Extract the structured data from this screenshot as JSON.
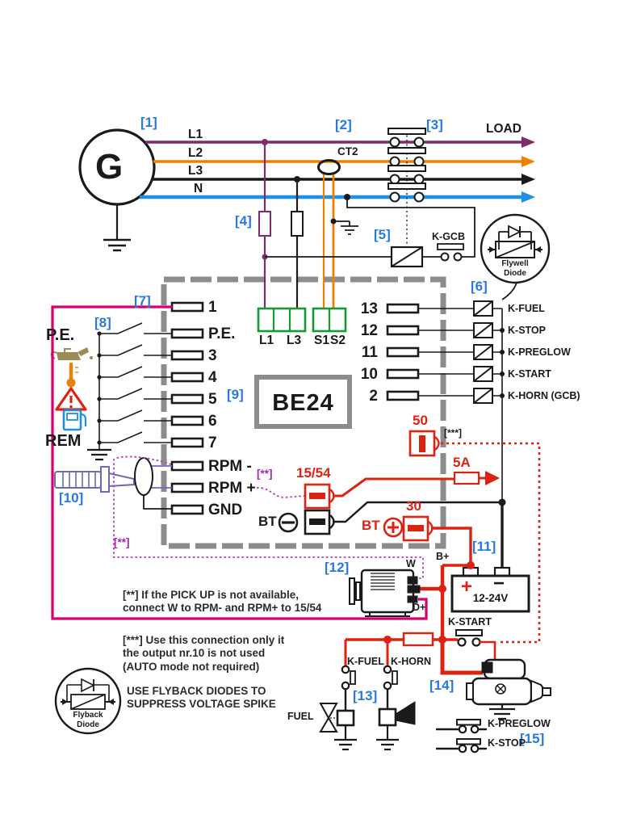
{
  "colors": {
    "l1_wire": "#7B2C6E",
    "l2_wire": "#EE8000",
    "l3_wire": "#1A1A1A",
    "n_wire": "#1C8FE6",
    "ref_blue": "#2878E0",
    "signal_red": "#DD2211",
    "excitation_magenta": "#D4006E",
    "dotted_magenta": "#B936B9",
    "terminal_green": "#149A35",
    "pickup_purple": "#6B6BB5",
    "box_gray": "#8C8C8C"
  },
  "refs": {
    "r1": "[1]",
    "r2": "[2]",
    "r3": "[3]",
    "r4": "[4]",
    "r5": "[5]",
    "r6": "[6]",
    "r7": "[7]",
    "r8": "[8]",
    "r9": "[9]",
    "r10": "[10]",
    "r11": "[11]",
    "r12": "[12]",
    "r13": "[13]",
    "r14": "[14]",
    "r15": "[15]"
  },
  "generator": {
    "label": "G",
    "load": "LOAD",
    "ct": "CT2",
    "lines": [
      "L1",
      "L2",
      "L3",
      "N"
    ]
  },
  "gcb": {
    "contact": "K-GCB",
    "flywell": "Flywell\nDiode"
  },
  "controller": {
    "model": "BE24",
    "left_terminals": [
      "1",
      "P.E.",
      "3",
      "4",
      "5",
      "6",
      "7",
      "RPM -",
      "RPM +",
      "GND"
    ],
    "green_terminals": [
      "L1",
      "L3",
      "S1",
      "S2"
    ],
    "right_terminals": [
      "13",
      "12",
      "11",
      "10",
      "2"
    ],
    "relay_labels": [
      "K-FUEL",
      "K-STOP",
      "K-PREGLOW",
      "K-START",
      "K-HORN (GCB)"
    ],
    "t50": "50",
    "t1554": "15/54",
    "t30": "30",
    "fuse": "5A",
    "bt_minus": "BT",
    "bt_plus": "BT"
  },
  "inputs": {
    "pe": "P.E.",
    "rem": "REM"
  },
  "marks": {
    "note2": "[**]",
    "note3": "[***]"
  },
  "charging": {
    "w": "W",
    "bplus": "B+",
    "dplus": "D+",
    "battery": "12-24V",
    "plus": "+",
    "minus": "−"
  },
  "bottom": {
    "kstart": "K-START",
    "kfuel": "K-FUEL",
    "khorn": "K-HORN",
    "fuel": "FUEL",
    "kpreglow": "K-PREGLOW",
    "kstop": "K-STOP"
  },
  "notes": {
    "pickup": "[**] If the PICK UP is not available,\nconnect W to RPM- and RPM+ to 15/54",
    "auto": "[***] Use this connection only it\nthe output nr.10 is not used\n(AUTO mode not required)",
    "flyback_warn": "USE FLYBACK DIODES TO\nSUPPRESS VOLTAGE SPIKE",
    "flyback": "Flyback\nDiode"
  }
}
